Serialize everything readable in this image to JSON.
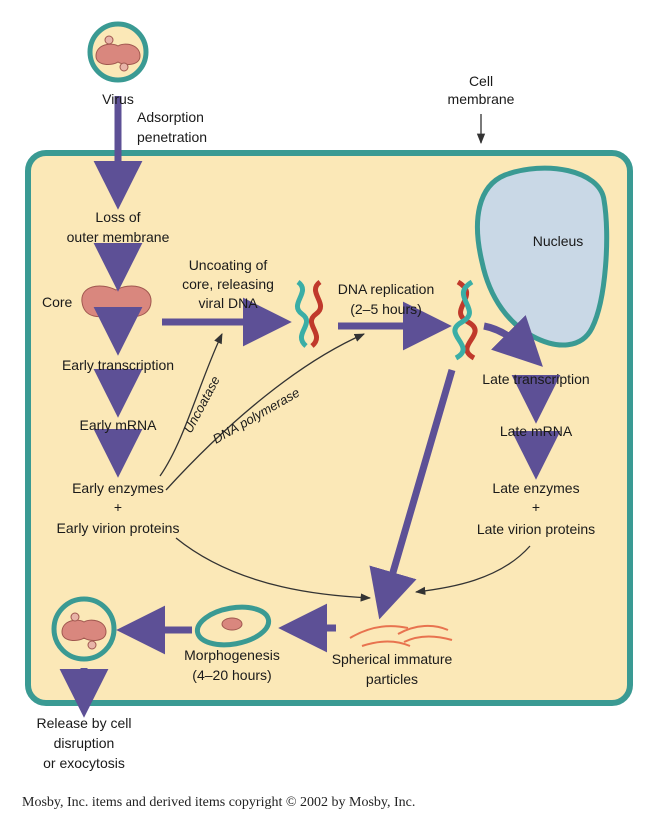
{
  "colors": {
    "cell_fill": "#fbe8b7",
    "membrane": "#3a9a93",
    "nucleus": "#c9d8e6",
    "arrow": "#5d5096",
    "core": "#d9877e",
    "dna_teal": "#3aaea6",
    "dna_red": "#c0392b",
    "particles": "#e8734f"
  },
  "labels": {
    "virus": "Virus",
    "adsorption_1": "Adsorption",
    "adsorption_2": "penetration",
    "cell_membrane_1": "Cell",
    "cell_membrane_2": "membrane",
    "nucleus": "Nucleus",
    "loss_1": "Loss of",
    "loss_2": "outer membrane",
    "core": "Core",
    "uncoating_1": "Uncoating of",
    "uncoating_2": "core, releasing",
    "uncoating_3": "viral DNA",
    "dna_replication_1": "DNA replication",
    "dna_replication_2": "(2–5 hours)",
    "early_transcription": "Early transcription",
    "early_mrna": "Early mRNA",
    "early_enzymes": "Early enzymes",
    "plus": "+",
    "early_virion_proteins": "Early virion proteins",
    "uncoatase": "Uncoatase",
    "dna_polymerase": "DNA polymerase",
    "late_transcription": "Late transcription",
    "late_mrna": "Late mRNA",
    "late_enzymes": "Late enzymes",
    "late_virion_proteins": "Late virion proteins",
    "morphogenesis_1": "Morphogenesis",
    "morphogenesis_2": "(4–20 hours)",
    "spherical_1": "Spherical immature",
    "spherical_2": "particles",
    "release_1": "Release by cell",
    "release_2": "disruption",
    "release_3": "or exocytosis"
  },
  "copyright": "Mosby, Inc. items and derived items copyright © 2002 by Mosby, Inc."
}
